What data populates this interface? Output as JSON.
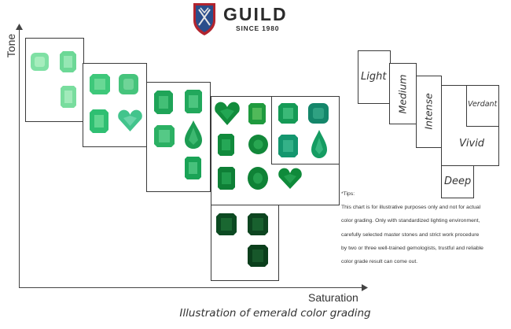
{
  "logo": {
    "brand": "GUILD",
    "tagline": "SINCE 1980"
  },
  "axes": {
    "y_label": "Tone",
    "x_label": "Saturation"
  },
  "caption": "Illustration of emerald color grading",
  "grades": [
    "Light",
    "Medium",
    "Intense",
    "Verdant",
    "Vivid",
    "Deep"
  ],
  "tips": {
    "heading": "*Tips:",
    "lines": [
      "This chart is for illustrative purposes only and not for actual",
      "color grading. Only with standardized lighting environment,",
      "carefully selected master stones and strict work procedure",
      "by two or three well-trained gemologists, trustful and reliable",
      "color grade result can come out."
    ]
  },
  "colors": {
    "light": "#7fe0a4",
    "medium": "#3ec87a",
    "intense": "#1fa458",
    "vivid": "#118c3c",
    "bluish": "#14966e",
    "deep": "#0c4a22",
    "logo_blue": "#2a4e8c",
    "logo_red": "#b2242e"
  }
}
